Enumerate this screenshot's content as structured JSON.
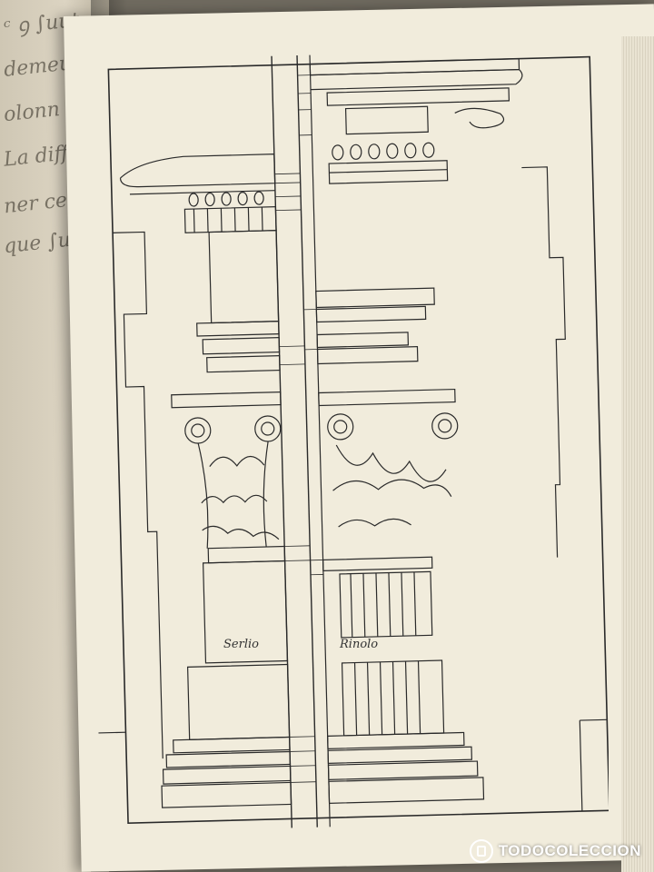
{
  "plate": {
    "left_label": "Serlio",
    "right_label": "Rinolo"
  },
  "watermark": {
    "text": "TODOCOLECCION",
    "icon": "todocoleccion-logo-icon"
  },
  "colors": {
    "paper": "#f1ecdc",
    "ink": "#2a2a2a",
    "background": "#6f6a5f"
  }
}
